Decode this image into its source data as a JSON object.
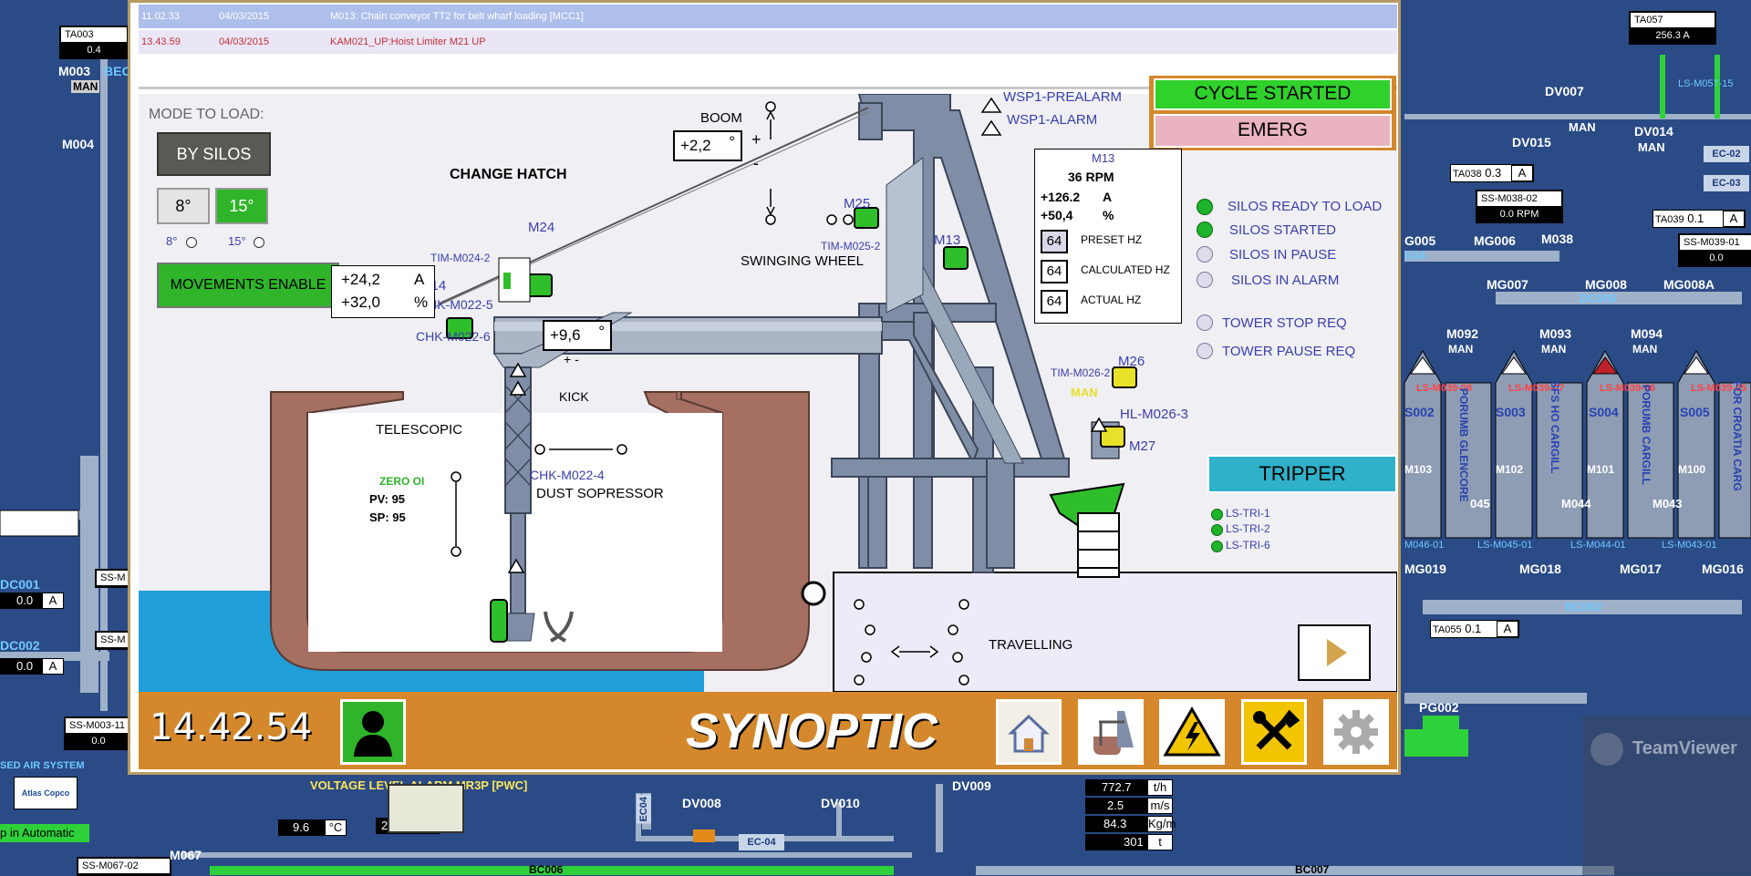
{
  "alarms": [
    {
      "time": "11.02.33",
      "date": "04/03/2015",
      "msg": "M013: Chain conveyor TT2 for belt wharf loading [MCC1]"
    },
    {
      "time": "13.43.59",
      "date": "04/03/2015",
      "msg": "KAM021_UP:Hoist Limiter M21 UP"
    }
  ],
  "synoptic": {
    "mode_label": "MODE TO LOAD:",
    "by_silos": "BY SILOS",
    "angle_8": "8°",
    "angle_15": "15°",
    "angle_8_small": "8°",
    "angle_15_small": "15°",
    "movements_enable": "MOVEMENTS ENABLE",
    "boom": "BOOM",
    "boom_value": "+2,2",
    "boom_unit": "°",
    "plus": "+",
    "minus": "-",
    "change_hatch": "CHANGE HATCH",
    "m24": "M24",
    "tim_m024": "TIM-M024-2",
    "m14": "M14",
    "chk_m022_5": "CHK-M022-5",
    "chk_m022_6": "CHK-M022-6",
    "current_val": "+24,2",
    "current_unit": "A",
    "percent_val": "+32,0",
    "percent_unit": "%",
    "kick_value": "+9,6",
    "kick_unit": "°",
    "kick_pm": "+  -",
    "kick": "KICK",
    "telescopic": "TELESCOPIC",
    "zero": "ZERO OI",
    "pv": "PV: 95",
    "sp": "SP: 95",
    "chk_m022_4": "CHK-M022-4",
    "dust": "DUST SOPRESSOR",
    "swinging_wheel": "SWINGING WHEEL",
    "m25": "M25",
    "tim_m025": "TIM-M025-2",
    "m13_label": "M13",
    "wsp_prealarm": "WSP1-PREALARM",
    "wsp_alarm": "WSP1-ALARM",
    "cycle_started": "CYCLE STARTED",
    "emerg": "EMERG",
    "m13_box": {
      "title": "M13",
      "rpm": "36 RPM",
      "amps": "+126.2",
      "amps_unit": "A",
      "pct": "+50,4",
      "pct_unit": "%",
      "preset_hz_val": "64",
      "preset_hz": "PRESET HZ",
      "calc_hz_val": "64",
      "calc_hz": "CALCULATED HZ",
      "actual_hz_val": "64",
      "actual_hz": "ACTUAL HZ"
    },
    "status": [
      {
        "label": "SILOS READY TO LOAD",
        "on": true
      },
      {
        "label": "SILOS STARTED",
        "on": true
      },
      {
        "label": "SILOS IN PAUSE",
        "on": false
      },
      {
        "label": "SILOS IN ALARM",
        "on": false
      }
    ],
    "tower_stop": "TOWER STOP REQ",
    "tower_pause": "TOWER PAUSE REQ",
    "tim_m026": "TIM-M026-2",
    "m26": "M26",
    "man": "MAN",
    "hl_m026": "HL-M026-3",
    "m27": "M27",
    "tripper": "TRIPPER",
    "ls_tri": [
      "LS-TRI-1",
      "LS-TRI-2",
      "LS-TRI-6"
    ],
    "travelling": "TRAVELLING"
  },
  "bottom": {
    "time": "14.42.54",
    "title": "SYNOPTIC"
  },
  "background": {
    "ta003": "TA003",
    "ta003_val": "0.4",
    "m003": "M003",
    "bec": "BEC",
    "man": "MAN",
    "m004": "M004",
    "dc001": "DC001",
    "dc002": "DC002",
    "ss_m": "SS-M",
    "val_00": "0.0",
    "unit_a": "A",
    "ss_m003_11": "SS-M003-11",
    "air_system": "SED AIR SYSTEM",
    "atlas": "Atlas Copco",
    "in_automatic": "p in Automatic",
    "ss_m067": "SS-M067-02",
    "m067": "M067",
    "voltage_alarm": "VOLTAGE LEVEL ALARM MR3P [PWC]",
    "temp1": "9.6",
    "temp1_u": "°C",
    "temp2": "21.4",
    "temp2_u": "°C",
    "ec04": "EC04",
    "ec04h": "EC-04",
    "dv008": "DV008",
    "dv010": "DV010",
    "dv009": "DV009",
    "bc006": "BC006",
    "bc007": "BC007",
    "flow": "772.7",
    "flow_u": "t/h",
    "speed": "2.5",
    "speed_u": "m/s",
    "load": "84.3",
    "load_u": "Kg/m",
    "total": "301",
    "total_u": "t",
    "ta057": "TA057",
    "ta057_val": "256.3",
    "ta057_u": "A",
    "ls_m057": "LS-M057-15",
    "dv007": "DV007",
    "dv015": "DV015",
    "dv014": "DV014",
    "ec02": "EC-02",
    "ec03": "EC-03",
    "ta038": "TA038",
    "ta038_val": "0.3",
    "ss_m038": "SS-M038-02",
    "ss_m038_val": "0.0",
    "rpm": "RPM",
    "ta039": "TA039",
    "ta039_val": "0.1",
    "ss_m039": "SS-M039-01",
    "ss_m039_val": "0.0",
    "g005": "G005",
    "mg006": "MG006",
    "m038": "M038",
    "mg007": "MG007",
    "mg008": "MG008",
    "mg008a": "MG008A",
    "dc005": "DC005",
    "v004": "004",
    "m092": "M092",
    "m093": "M093",
    "m094": "M094",
    "ls08": "LS-M039-08",
    "ls07": "LS-M039-07",
    "ls06": "LS-M039-06",
    "ls05": "LS-M039-05",
    "s002": "S002",
    "s003": "S003",
    "s004": "S004",
    "s005": "S005",
    "silo_txt1": "PORUMB GLENCORE",
    "silo_txt2": "SFS HO CARGILL",
    "silo_txt3": "PORUMB CARGILL",
    "silo_txt4": "FOR CROATIA CARG",
    "m103": "M103",
    "m102": "M102",
    "m101": "M101",
    "m100": "M100",
    "m045": "045",
    "m044": "M044",
    "m043": "M043",
    "ls46": "M046-01",
    "ls45": "LS-M045-01",
    "ls44": "LS-M044-01",
    "ls43": "LS-M043-01",
    "mg019": "MG019",
    "mg018": "MG018",
    "mg017": "MG017",
    "mg016": "MG016",
    "bc002": "BC002",
    "ta055": "TA055",
    "ta055_val": "0.1",
    "pg002": "PG002",
    "teamviewer": "TeamViewer"
  }
}
